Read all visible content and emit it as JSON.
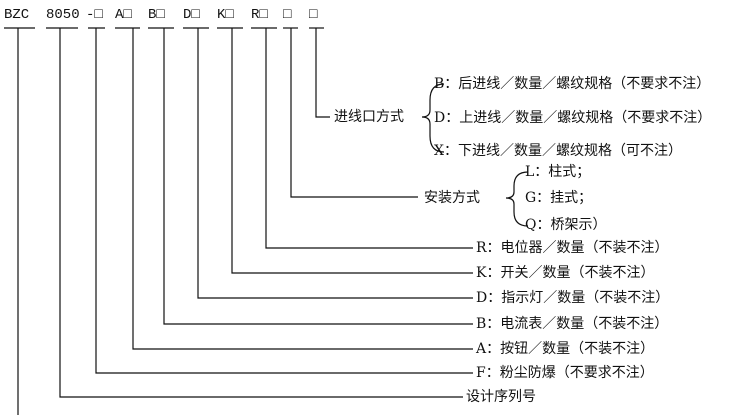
{
  "model_code": {
    "segments": [
      "BZC",
      "8050",
      "-□",
      "A□",
      "B□",
      "D□",
      "K□",
      "R□",
      "□",
      "□"
    ]
  },
  "groups": {
    "inlet": {
      "header": "进线口方式",
      "options": [
        "B：后进线／数量／螺纹规格（不要求不注）",
        "D：上进线／数量／螺纹规格（不要求不注）",
        "X：下进线／数量／螺纹规格（可不注）"
      ]
    },
    "mount": {
      "header": "安装方式",
      "options": [
        "L：柱式；",
        "G：挂式；",
        "Q：桥架示）"
      ]
    }
  },
  "items": [
    "R：电位器／数量（不装不注）",
    "K：开关／数量（不装不注）",
    "D：指示灯／数量（不装不注）",
    "B：电流表／数量（不装不注）",
    "A：按钮／数量（不装不注）",
    "F：粉尘防爆（不要求不注）",
    "设计序列号"
  ]
}
